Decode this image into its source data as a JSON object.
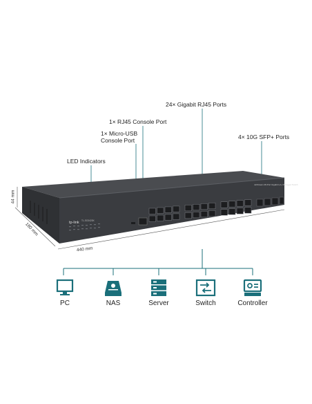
{
  "callouts": {
    "ports_24": "24× Gigabit RJ45 Ports",
    "console_rj45": "1× RJ45 Console Port",
    "console_usb_line1": "1× Micro-USB",
    "console_usb_line2": "Console Port",
    "sfp": "4× 10G SFP+ Ports",
    "led": "LED Indicators"
  },
  "dimensions": {
    "height": "44 mm",
    "depth": "180 mm",
    "width": "440 mm"
  },
  "devices": [
    {
      "label": "PC",
      "icon": "monitor-icon"
    },
    {
      "label": "NAS",
      "icon": "nas-icon"
    },
    {
      "label": "Server",
      "icon": "server-icon"
    },
    {
      "label": "Switch",
      "icon": "switch-icon"
    },
    {
      "label": "Controller",
      "icon": "controller-icon"
    }
  ],
  "colors": {
    "accent": "#1a6f7a",
    "chassis": "#3b3d40",
    "chassis_dark": "#2a2c2f"
  }
}
